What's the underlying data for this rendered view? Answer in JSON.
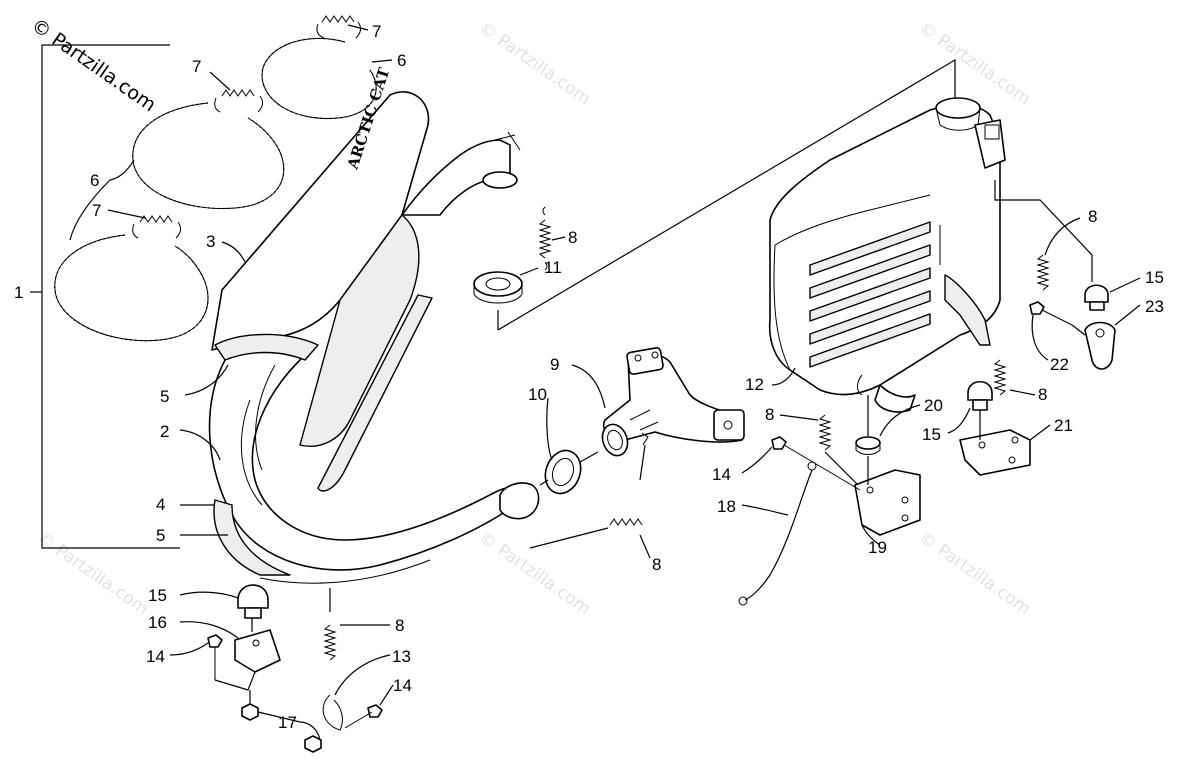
{
  "watermark": {
    "main": "© Partzilla.com",
    "faint": "© Partzilla.com"
  },
  "brand_label": "ARCTIC CAT",
  "callouts": [
    {
      "id": "c1",
      "text": "1"
    },
    {
      "id": "c2",
      "text": "2"
    },
    {
      "id": "c3",
      "text": "3"
    },
    {
      "id": "c4",
      "text": "4"
    },
    {
      "id": "c5a",
      "text": "5"
    },
    {
      "id": "c5b",
      "text": "5"
    },
    {
      "id": "c6a",
      "text": "6"
    },
    {
      "id": "c6b",
      "text": "6"
    },
    {
      "id": "c7a",
      "text": "7"
    },
    {
      "id": "c7b",
      "text": "7"
    },
    {
      "id": "c7c",
      "text": "7"
    },
    {
      "id": "c8a",
      "text": "8"
    },
    {
      "id": "c8b",
      "text": "8"
    },
    {
      "id": "c8c",
      "text": "8"
    },
    {
      "id": "c8d",
      "text": "8"
    },
    {
      "id": "c8e",
      "text": "8"
    },
    {
      "id": "c8f",
      "text": "8"
    },
    {
      "id": "c9",
      "text": "9"
    },
    {
      "id": "c10",
      "text": "10"
    },
    {
      "id": "c11",
      "text": "11"
    },
    {
      "id": "c12",
      "text": "12"
    },
    {
      "id": "c13",
      "text": "13"
    },
    {
      "id": "c14a",
      "text": "14"
    },
    {
      "id": "c14b",
      "text": "14"
    },
    {
      "id": "c14c",
      "text": "14"
    },
    {
      "id": "c15a",
      "text": "15"
    },
    {
      "id": "c15b",
      "text": "15"
    },
    {
      "id": "c15c",
      "text": "15"
    },
    {
      "id": "c16",
      "text": "16"
    },
    {
      "id": "c17",
      "text": "17"
    },
    {
      "id": "c18",
      "text": "18"
    },
    {
      "id": "c19",
      "text": "19"
    },
    {
      "id": "c20",
      "text": "20"
    },
    {
      "id": "c21",
      "text": "21"
    },
    {
      "id": "c22",
      "text": "22"
    },
    {
      "id": "c23",
      "text": "23"
    }
  ]
}
